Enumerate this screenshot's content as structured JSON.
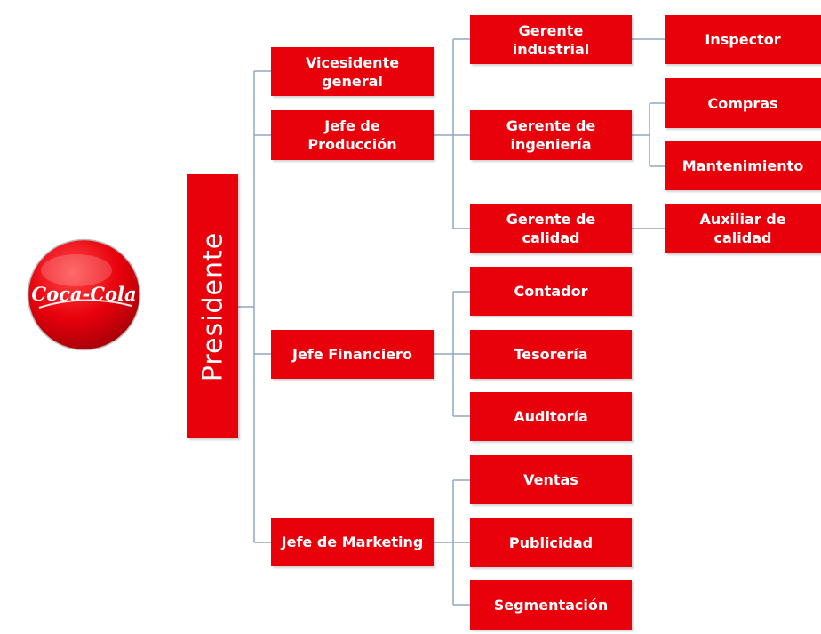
{
  "logo": {
    "text": "Coca-Cola",
    "color": "#e8000b"
  },
  "colors": {
    "box": "#e8000b",
    "text": "#ffffff",
    "connector": "#8fa9bf"
  },
  "org": {
    "president": "Presidente",
    "vicepresident": "Vicesidente general",
    "production": {
      "label": "Jefe de Producción",
      "industrial": "Gerente industrial",
      "inspector": "Inspector",
      "engineering": "Gerente de ingeniería",
      "purchases": "Compras",
      "maintenance": "Mantenimiento",
      "quality": "Gerente de calidad",
      "quality_assistant": "Auxiliar de calidad"
    },
    "finance": {
      "label": "Jefe Financiero",
      "accountant": "Contador",
      "treasury": "Tesorería",
      "audit": "Auditoría"
    },
    "marketing": {
      "label": "Jefe de Marketing",
      "sales": "Ventas",
      "advertising": "Publicidad",
      "segmentation": "Segmentación"
    }
  }
}
